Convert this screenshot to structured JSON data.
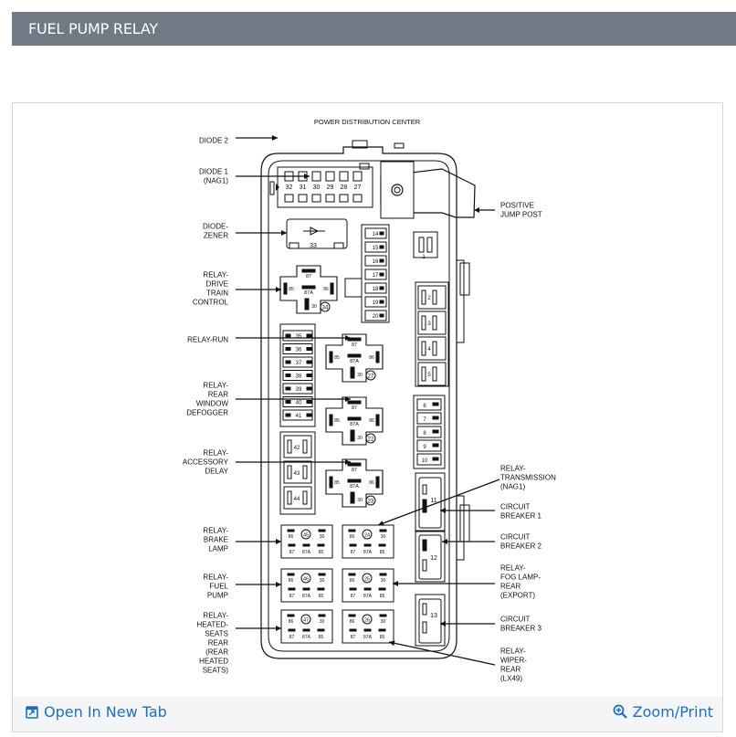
{
  "header": {
    "title": "FUEL PUMP RELAY"
  },
  "diagram": {
    "title": "POWER DISTRIBUTION CENTER",
    "left_labels": [
      [
        "DIODE 2"
      ],
      [
        "DIODE 1",
        "(NAG1)"
      ],
      [
        "DIODE-",
        "ZENER"
      ],
      [
        "RELAY-",
        "DRIVE",
        "TRAIN",
        "CONTROL"
      ],
      [
        "RELAY-RUN"
      ],
      [
        "RELAY-",
        "REAR",
        "WINDOW",
        "DEFOGGER"
      ],
      [
        "RELAY-",
        "ACCESSORY",
        "DELAY"
      ],
      [
        "RELAY-",
        "BRAKE",
        "LAMP"
      ],
      [
        "RELAY-",
        "FUEL",
        "PUMP"
      ],
      [
        "RELAY-",
        "HEATED-",
        "SEATS",
        "REAR",
        "(REAR",
        "HEATED",
        "SEATS)"
      ]
    ],
    "right_labels": [
      [
        "POSITIVE",
        "JUMP POST"
      ],
      [
        "RELAY-",
        "TRANSMISSION",
        "(NAG1)"
      ],
      [
        "CIRCUIT",
        "BREAKER 1"
      ],
      [
        "CIRCUIT",
        "BREAKER 2"
      ],
      [
        "RELAY-",
        "FOG LAMP-",
        "REAR",
        "(EXPORT)"
      ],
      [
        "CIRCUIT",
        "BREAKER 3"
      ],
      [
        "RELAY-",
        "WIPER-",
        "REAR",
        "(LX49)"
      ]
    ],
    "diode_numbers": [
      "32",
      "31",
      "30",
      "29",
      "28",
      "27"
    ],
    "zener_number": "33",
    "fuses_right": [
      "14",
      "15",
      "16",
      "17",
      "18",
      "19",
      "20"
    ],
    "fuses_left": [
      "35",
      "36",
      "37",
      "38",
      "39",
      "40",
      "41"
    ],
    "fuses_right_lower": [
      "6",
      "7",
      "8",
      "9",
      "10"
    ],
    "big_fuses_left": [
      "42",
      "43",
      "44"
    ],
    "big_fuses_right": [
      "1",
      "2",
      "3",
      "4",
      "5"
    ],
    "breakers": [
      "11",
      "12",
      "13"
    ],
    "relays_large": [
      {
        "num": "34"
      },
      {
        "num": "27"
      },
      {
        "num": "22"
      },
      {
        "num": "23"
      }
    ],
    "relay_pins_large": {
      "top": "87",
      "left": "85",
      "center": "87A",
      "right": "86",
      "bottom": "30"
    },
    "relays_small": [
      "45",
      "24",
      "46",
      "25",
      "47",
      "26"
    ],
    "relay_pins_small": {
      "tl": "86",
      "tr": "30",
      "b1": "87",
      "b2": "87A",
      "b3": "85"
    }
  },
  "footer": {
    "open_label": "Open In New Tab",
    "zoom_label": "Zoom/Print"
  }
}
